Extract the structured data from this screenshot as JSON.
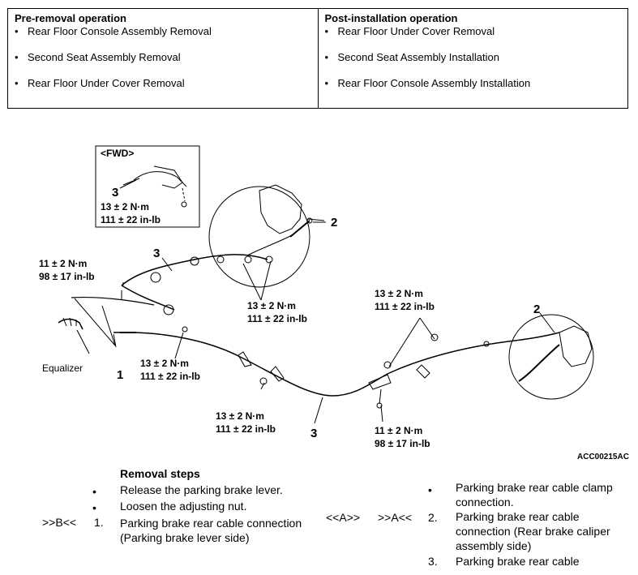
{
  "operations": {
    "pre": {
      "title": "Pre-removal operation",
      "items": [
        "Rear Floor Console Assembly Removal",
        "Second Seat Assembly Removal",
        "Rear Floor Under Cover Removal"
      ]
    },
    "post": {
      "title": "Post-installation operation",
      "items": [
        "Rear Floor Under Cover Removal",
        "Second Seat Assembly Installation",
        "Rear Floor Console Assembly Installation"
      ]
    }
  },
  "diagram": {
    "fwd_label": "<FWD>",
    "equalizer_label": "Equalizer",
    "ref_code": "ACC00215AC",
    "callouts": {
      "c1": "1",
      "c2a": "2",
      "c2b": "2",
      "c3a": "3",
      "c3b": "3",
      "c3c": "3"
    },
    "torques": {
      "t13nm": "13 ± 2 N·m",
      "t11nm": "11 ± 2 N·m",
      "t111in": "111 ± 22 in-lb",
      "t98in": "98 ± 17 in-lb"
    }
  },
  "removal": {
    "heading": "Removal steps",
    "bullet": "•",
    "left_steps": [
      {
        "marker": "",
        "num": "•",
        "text": "Release the parking brake lever."
      },
      {
        "marker": "",
        "num": "•",
        "text": "Loosen the adjusting nut."
      },
      {
        "marker": ">>B<<",
        "num": "1.",
        "text": "Parking brake rear cable connection (Parking brake lever side)"
      }
    ],
    "right_marker_1": "<<A>>",
    "right_marker_2": ">>A<<",
    "right_steps": [
      {
        "num": "•",
        "text": "Parking brake rear cable clamp connection."
      },
      {
        "num": "2.",
        "text": "Parking brake rear cable connection (Rear brake caliper assembly side)"
      },
      {
        "num": "3.",
        "text": "Parking brake rear cable"
      }
    ]
  }
}
